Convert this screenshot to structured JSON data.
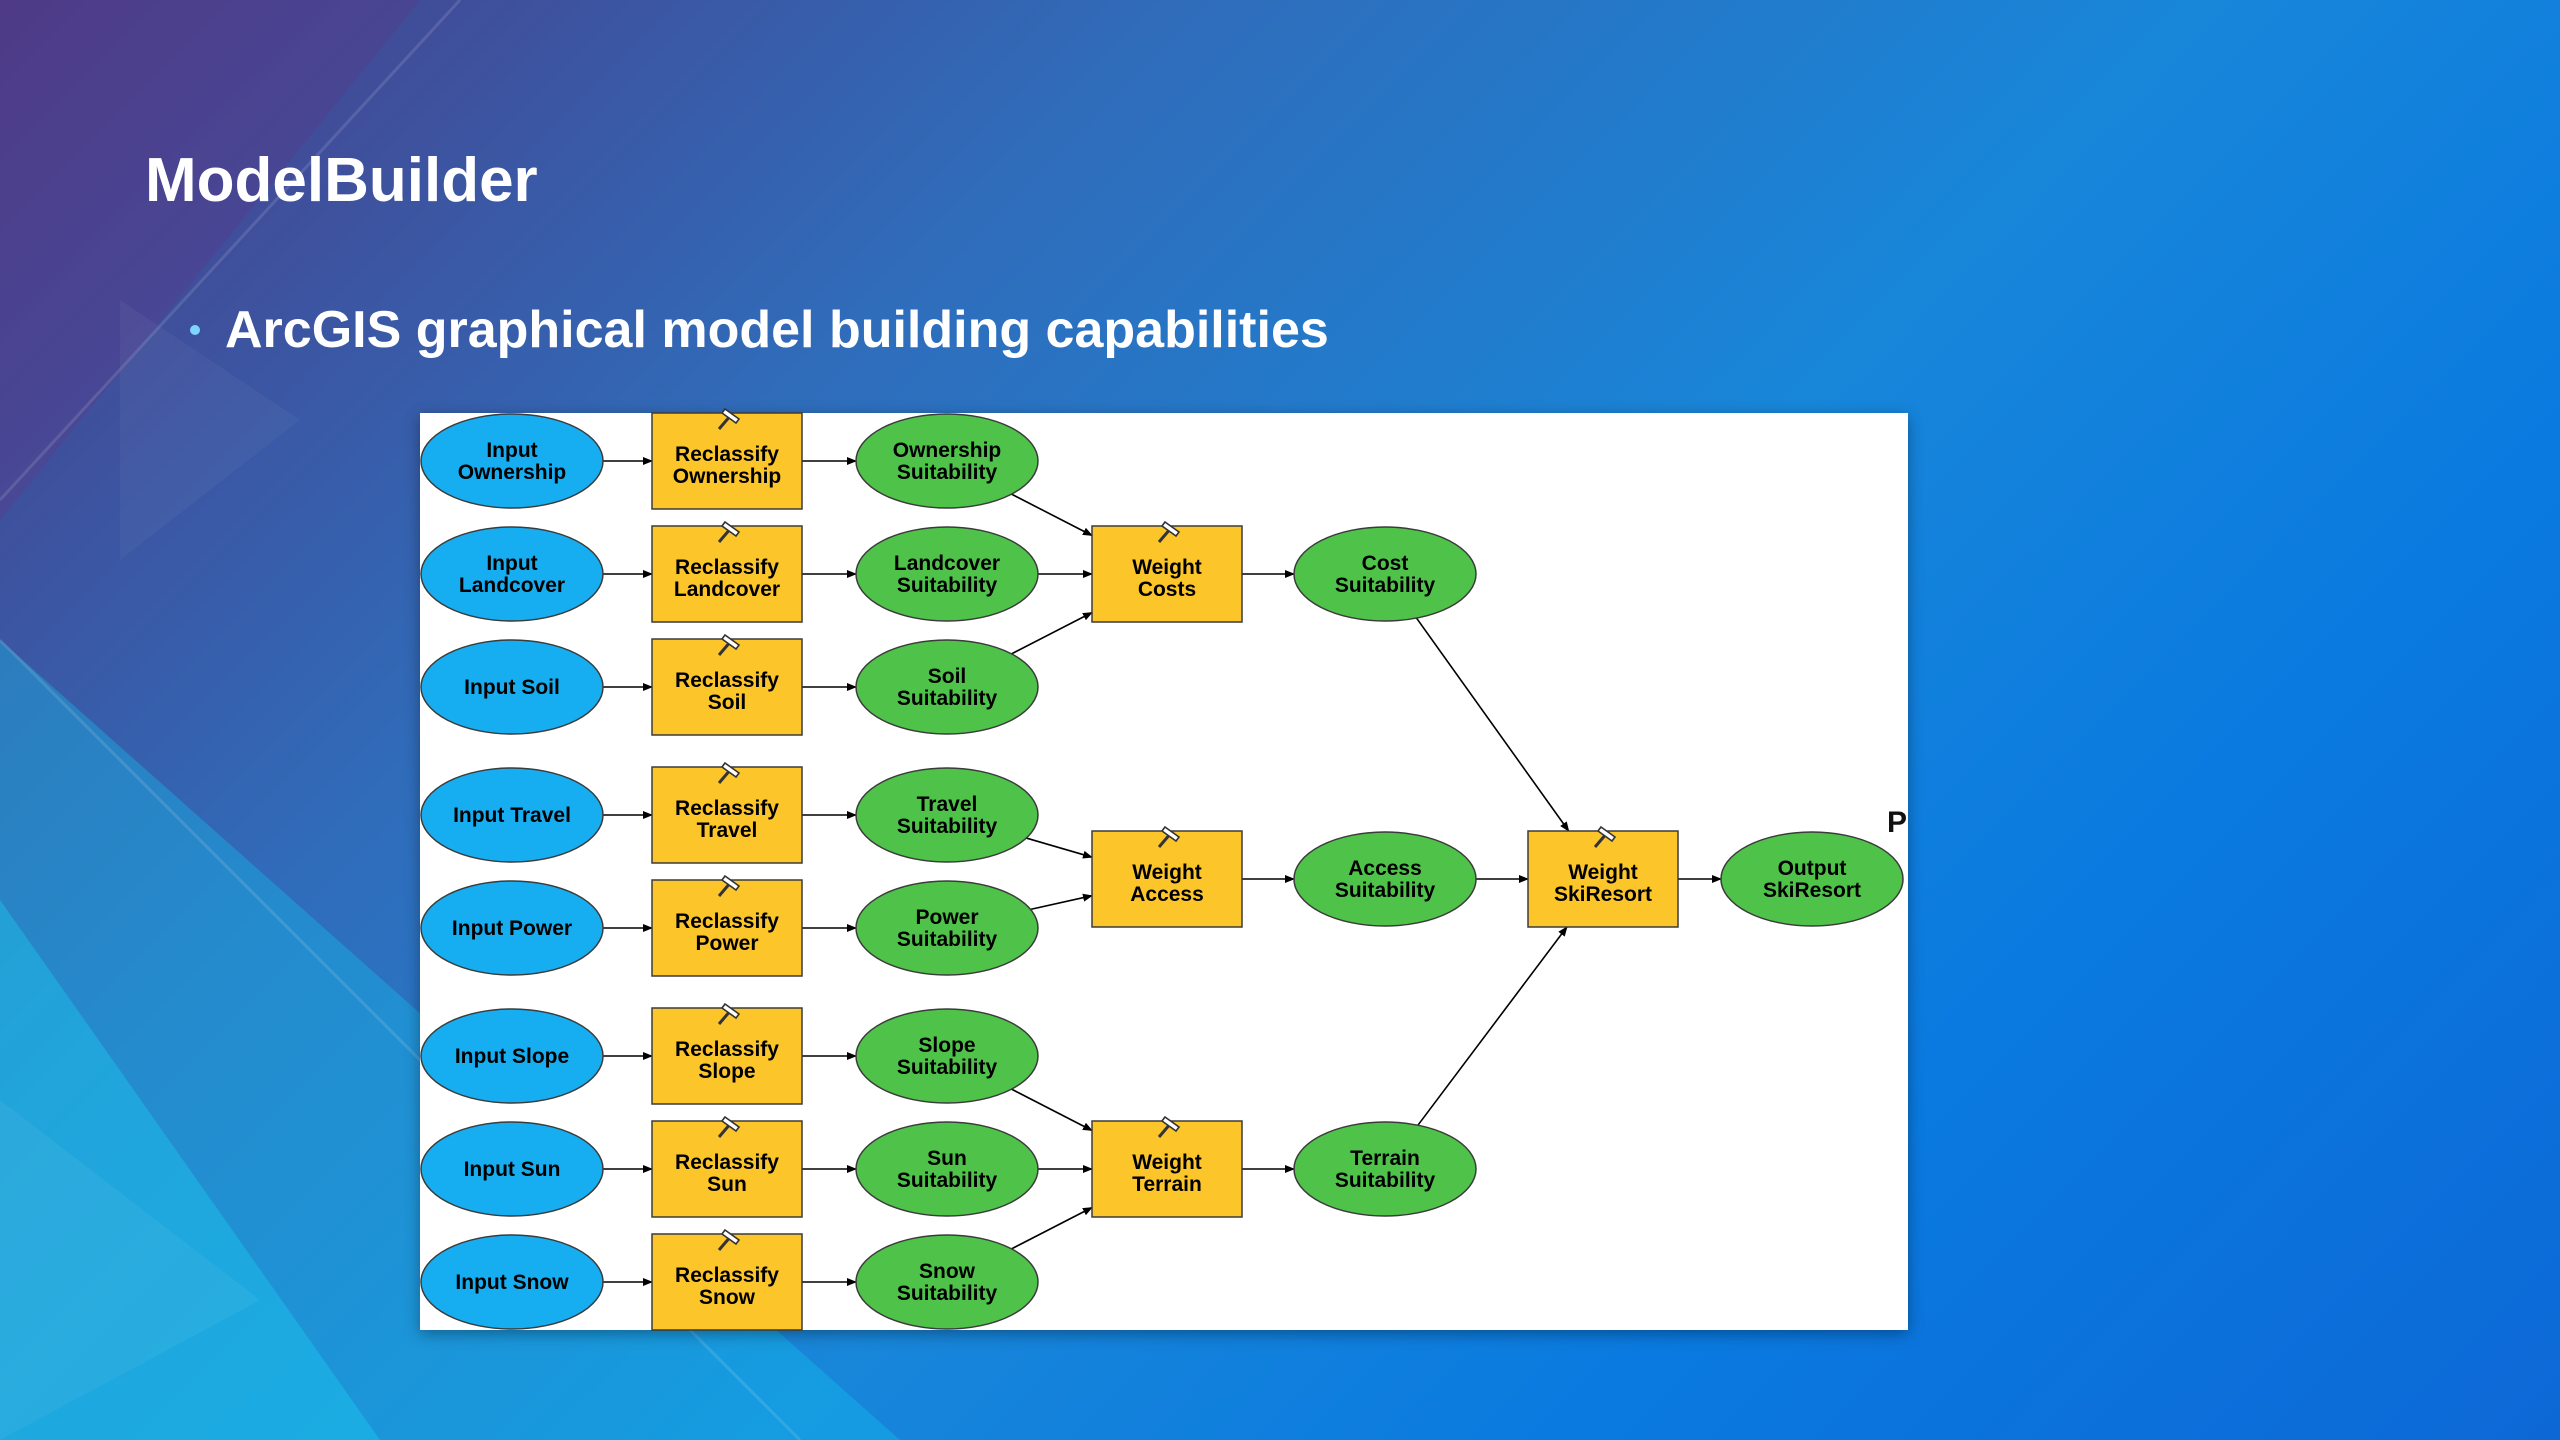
{
  "slide": {
    "title": "ModelBuilder",
    "bullet": "ArcGIS graphical model building capabilities"
  },
  "colors": {
    "input_fill": "#16aef1",
    "tool_fill": "#fcc52a",
    "output_fill": "#4fc24a",
    "outline": "#3b3b3b"
  },
  "diagram": {
    "cut_letter": "P",
    "nodes": [
      {
        "id": "in_own",
        "kind": "input",
        "label": [
          "Input",
          "Ownership"
        ]
      },
      {
        "id": "rc_own",
        "kind": "tool",
        "label": [
          "Reclassify",
          "Ownership"
        ]
      },
      {
        "id": "su_own",
        "kind": "output",
        "label": [
          "Ownership",
          "Suitability"
        ]
      },
      {
        "id": "in_land",
        "kind": "input",
        "label": [
          "Input",
          "Landcover"
        ]
      },
      {
        "id": "rc_land",
        "kind": "tool",
        "label": [
          "Reclassify",
          "Landcover"
        ]
      },
      {
        "id": "su_land",
        "kind": "output",
        "label": [
          "Landcover",
          "Suitability"
        ]
      },
      {
        "id": "in_soil",
        "kind": "input",
        "label": [
          "Input Soil"
        ]
      },
      {
        "id": "rc_soil",
        "kind": "tool",
        "label": [
          "Reclassify",
          "Soil"
        ]
      },
      {
        "id": "su_soil",
        "kind": "output",
        "label": [
          "Soil",
          "Suitability"
        ]
      },
      {
        "id": "in_trav",
        "kind": "input",
        "label": [
          "Input Travel"
        ]
      },
      {
        "id": "rc_trav",
        "kind": "tool",
        "label": [
          "Reclassify",
          "Travel"
        ]
      },
      {
        "id": "su_trav",
        "kind": "output",
        "label": [
          "Travel",
          "Suitability"
        ]
      },
      {
        "id": "in_pow",
        "kind": "input",
        "label": [
          "Input Power"
        ]
      },
      {
        "id": "rc_pow",
        "kind": "tool",
        "label": [
          "Reclassify",
          "Power"
        ]
      },
      {
        "id": "su_pow",
        "kind": "output",
        "label": [
          "Power",
          "Suitability"
        ]
      },
      {
        "id": "in_slope",
        "kind": "input",
        "label": [
          "Input Slope"
        ]
      },
      {
        "id": "rc_slope",
        "kind": "tool",
        "label": [
          "Reclassify",
          "Slope"
        ]
      },
      {
        "id": "su_slope",
        "kind": "output",
        "label": [
          "Slope",
          "Suitability"
        ]
      },
      {
        "id": "in_sun",
        "kind": "input",
        "label": [
          "Input Sun"
        ]
      },
      {
        "id": "rc_sun",
        "kind": "tool",
        "label": [
          "Reclassify",
          "Sun"
        ]
      },
      {
        "id": "su_sun",
        "kind": "output",
        "label": [
          "Sun",
          "Suitability"
        ]
      },
      {
        "id": "in_snow",
        "kind": "input",
        "label": [
          "Input Snow"
        ]
      },
      {
        "id": "rc_snow",
        "kind": "tool",
        "label": [
          "Reclassify",
          "Snow"
        ]
      },
      {
        "id": "su_snow",
        "kind": "output",
        "label": [
          "Snow",
          "Suitability"
        ]
      },
      {
        "id": "w_cost",
        "kind": "tool",
        "label": [
          "Weight",
          "Costs"
        ]
      },
      {
        "id": "cost_su",
        "kind": "output",
        "label": [
          "Cost",
          "Suitability"
        ]
      },
      {
        "id": "w_acc",
        "kind": "tool",
        "label": [
          "Weight",
          "Access"
        ]
      },
      {
        "id": "acc_su",
        "kind": "output",
        "label": [
          "Access",
          "Suitability"
        ]
      },
      {
        "id": "w_ter",
        "kind": "tool",
        "label": [
          "Weight",
          "Terrain"
        ]
      },
      {
        "id": "ter_su",
        "kind": "output",
        "label": [
          "Terrain",
          "Suitability"
        ]
      },
      {
        "id": "w_ski",
        "kind": "tool",
        "label": [
          "Weight",
          "SkiResort"
        ]
      },
      {
        "id": "out_ski",
        "kind": "output",
        "label": [
          "Output",
          "SkiResort"
        ]
      }
    ],
    "edges": [
      [
        "in_own",
        "rc_own"
      ],
      [
        "rc_own",
        "su_own"
      ],
      [
        "in_land",
        "rc_land"
      ],
      [
        "rc_land",
        "su_land"
      ],
      [
        "in_soil",
        "rc_soil"
      ],
      [
        "rc_soil",
        "su_soil"
      ],
      [
        "in_trav",
        "rc_trav"
      ],
      [
        "rc_trav",
        "su_trav"
      ],
      [
        "in_pow",
        "rc_pow"
      ],
      [
        "rc_pow",
        "su_pow"
      ],
      [
        "in_slope",
        "rc_slope"
      ],
      [
        "rc_slope",
        "su_slope"
      ],
      [
        "in_sun",
        "rc_sun"
      ],
      [
        "rc_sun",
        "su_sun"
      ],
      [
        "in_snow",
        "rc_snow"
      ],
      [
        "rc_snow",
        "su_snow"
      ],
      [
        "su_own",
        "w_cost"
      ],
      [
        "su_land",
        "w_cost"
      ],
      [
        "su_soil",
        "w_cost"
      ],
      [
        "su_trav",
        "w_acc"
      ],
      [
        "su_pow",
        "w_acc"
      ],
      [
        "su_slope",
        "w_ter"
      ],
      [
        "su_sun",
        "w_ter"
      ],
      [
        "su_snow",
        "w_ter"
      ],
      [
        "w_cost",
        "cost_su"
      ],
      [
        "w_acc",
        "acc_su"
      ],
      [
        "w_ter",
        "ter_su"
      ],
      [
        "cost_su",
        "w_ski"
      ],
      [
        "acc_su",
        "w_ski"
      ],
      [
        "ter_su",
        "w_ski"
      ],
      [
        "w_ski",
        "out_ski"
      ]
    ]
  }
}
